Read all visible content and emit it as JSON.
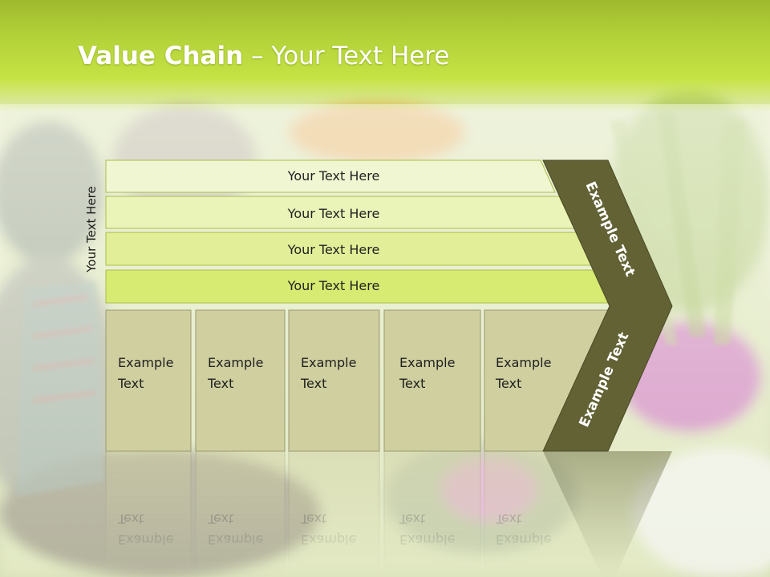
{
  "slide": {
    "title_bold": "Value Chain",
    "title_rest": " – Your Text Here",
    "side_label": "Your Text Here"
  },
  "rows": [
    {
      "label": "Your Text Here"
    },
    {
      "label": "Your Text Here"
    },
    {
      "label": "Your Text Here"
    },
    {
      "label": "Your Text Here"
    }
  ],
  "boxes": [
    {
      "line1": "Example",
      "line2": "Text"
    },
    {
      "line1": "Example",
      "line2": "Text"
    },
    {
      "line1": "Example",
      "line2": "Text"
    },
    {
      "line1": "Example",
      "line2": "Text"
    },
    {
      "line1": "Example",
      "line2": "Text"
    }
  ],
  "arrow": {
    "upper_label": "Example Text",
    "lower_label": "Example Text"
  },
  "colors": {
    "title_band": "#b4d33a",
    "row_fills": [
      "#f1f6d2",
      "#eaf3b8",
      "#e2ef98",
      "#d7ea72"
    ],
    "box_fill": "#cfcfa0",
    "arrow_fill": "#626235"
  }
}
